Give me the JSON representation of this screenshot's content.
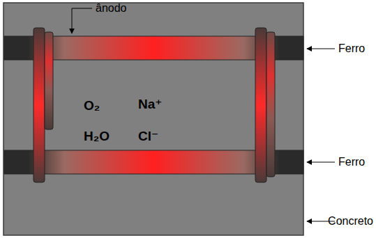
{
  "diagram": {
    "labels": [
      "ânodo",
      "Ferro",
      "Ferro",
      "Concreto",
      "O₂",
      "Na⁺",
      "H₂O",
      "Cl⁻"
    ]
  }
}
